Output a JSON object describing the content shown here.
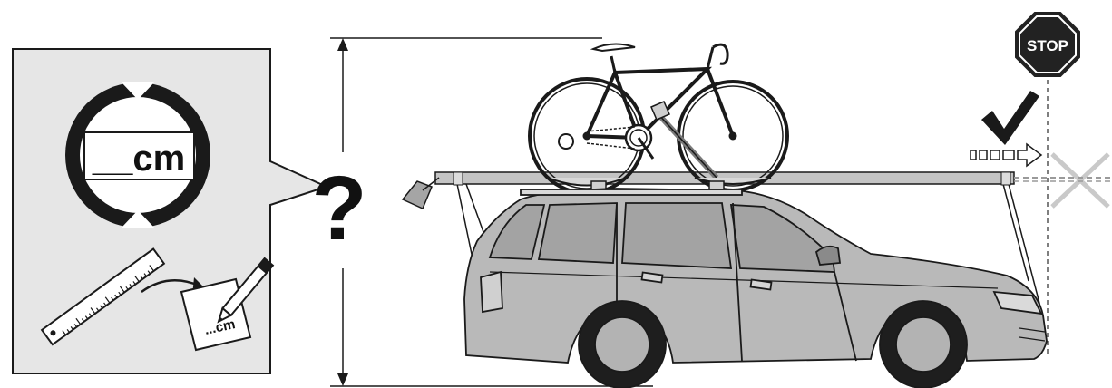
{
  "callout": {
    "gauge_label": "__cm",
    "note_label": "...cm"
  },
  "question_mark": "?",
  "stop_sign": {
    "label": "STOP"
  },
  "colors": {
    "callout_bg": "#e6e6e6",
    "car_body": "#b9b9b9",
    "car_dark": "#8a8a8a",
    "window": "#a3a3a3",
    "tire": "#1e1e1e",
    "outline": "#1a1a1a",
    "stop_fill": "#222222",
    "cross": "#c9c9c9"
  },
  "icons": [
    "gauge-icon",
    "ruler-icon",
    "pencil-icon",
    "note-icon",
    "question-mark-icon",
    "stop-sign-icon",
    "checkmark-icon",
    "arrow-icon",
    "cross-icon",
    "car-icon",
    "bicycle-icon",
    "roof-rack-icon"
  ]
}
